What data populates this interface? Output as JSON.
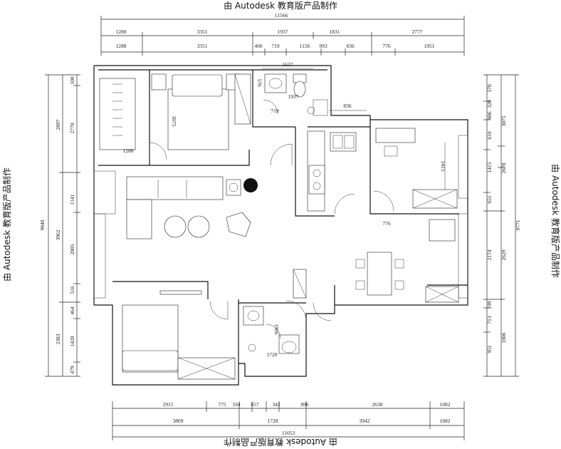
{
  "watermark": {
    "top": "由 Autodesk 教育版产品制作",
    "bottom": "由 Autodesk 教育版产品制作",
    "left": "由 Autodesk 教育版产品制作",
    "right": "由 Autodesk 教育版产品制作"
  },
  "top_dims": {
    "overall": "11566",
    "row1": [
      "1288",
      "3351",
      "1937",
      "1831",
      "2777"
    ],
    "row2": [
      "1288",
      "3351",
      "400",
      "719",
      "1156",
      "993",
      "836",
      "776",
      "1951"
    ]
  },
  "bottom_dims": {
    "row1": [
      "2915",
      "775",
      "594",
      "657",
      "342",
      "896",
      "2638",
      "1082"
    ],
    "row2": [
      "3809",
      "1728",
      "3942",
      "1082"
    ],
    "overall": "11053"
  },
  "left_dims": {
    "overall": "9840",
    "outer": [
      "2897",
      "3962",
      "2383"
    ],
    "inner": [
      "100",
      "2770",
      "1141",
      "2005",
      "516",
      "464",
      "1420",
      "479"
    ]
  },
  "right_dims": {
    "overall": "9771",
    "outer": [
      "3075",
      "2629",
      "1006"
    ],
    "inner": [
      "570",
      "320",
      "806",
      "610",
      "1415",
      "651",
      "2174",
      "199",
      "713",
      "951"
    ],
    "inner_extra": "2678"
  },
  "interior_dims": [
    "1637",
    "570",
    "719",
    "1937",
    "836",
    "3075",
    "1288",
    "1415",
    "776",
    "1906",
    "1728"
  ]
}
